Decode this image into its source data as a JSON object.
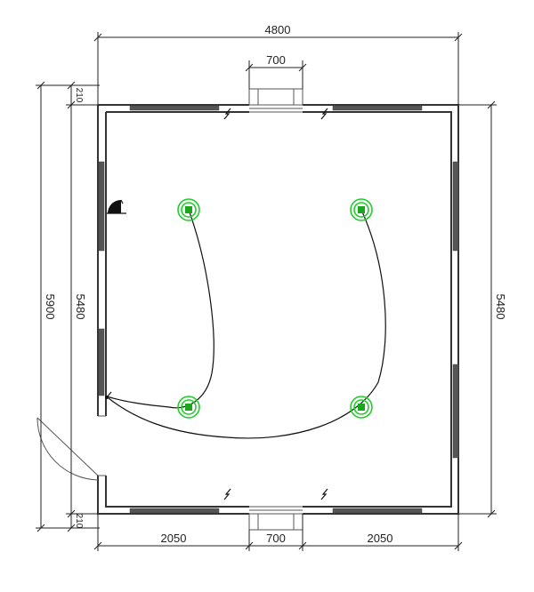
{
  "dimensions": {
    "top_total": "4800",
    "top_window": "700",
    "left_total": "5900",
    "left_inner": "5480",
    "right_inner": "5480",
    "left_wall_top": "210",
    "left_wall_bottom": "210",
    "bottom_left": "2050",
    "bottom_mid": "700",
    "bottom_right": "2050"
  },
  "fixtures": {
    "light_count": 4,
    "light_color": "#1fcf2a",
    "wire_color": "#111111",
    "window_color": "#555555"
  },
  "icons": [
    "switch-icon",
    "socket-icon",
    "ceiling-light-icon",
    "door-swing-icon"
  ]
}
